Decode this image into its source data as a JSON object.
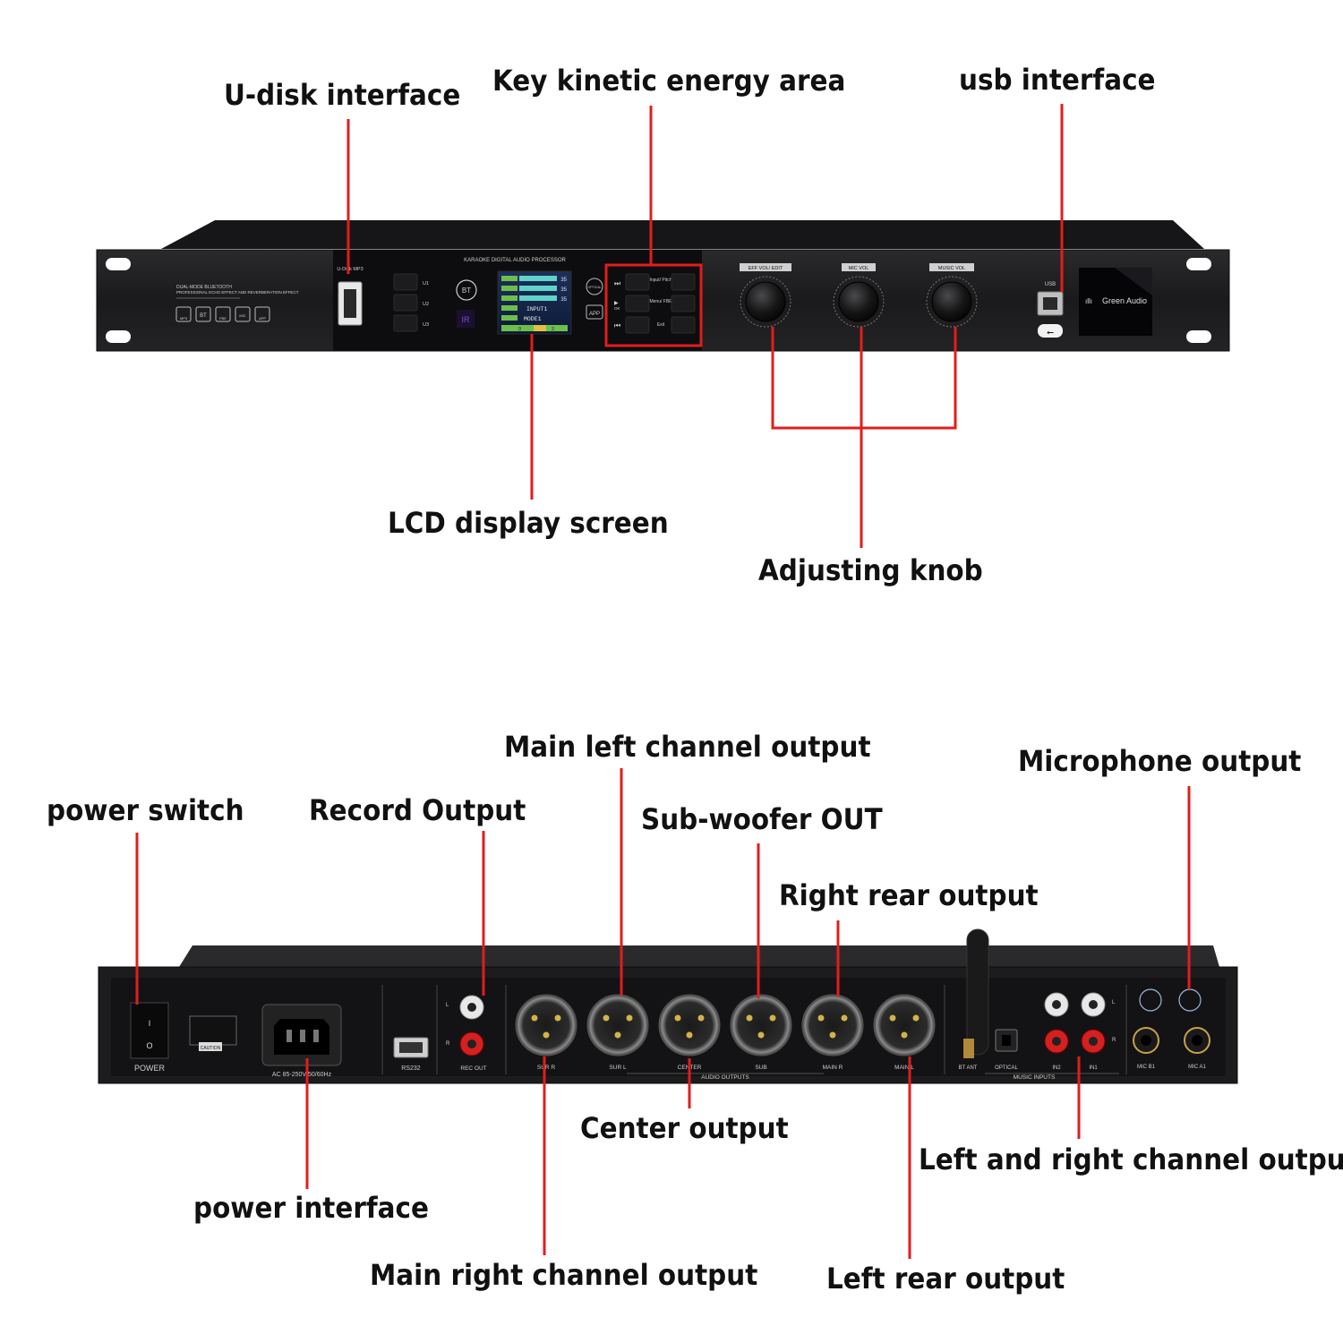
{
  "front_labels": {
    "udisk": "U-disk interface",
    "keys": "Key kinetic energy area",
    "usb": "usb interface",
    "lcd": "LCD display screen",
    "knob": "Adjusting knob"
  },
  "rear_labels": {
    "power_switch": "power switch",
    "record": "Record Output",
    "main_left": "Main left channel output",
    "microphone": "Microphone output",
    "subwoofer": "Sub-woofer OUT",
    "right_rear": "Right rear output",
    "center": "Center output",
    "lr_channel": "Left and right channel output",
    "power_interface": "power interface",
    "main_right": "Main right channel output",
    "left_rear": "Left rear output"
  },
  "front_panel": {
    "product": "KARAOKE DIGITAL AUDIO PROCESSOR",
    "subtitle1": "DUAL-MODE BLUETOOTH",
    "subtitle2": "PROFESSIONAL ECHO EFFECT AND REVERBERATION EFFECT",
    "mode_icons": [
      "MP3",
      "BT",
      "FBE",
      "MIC",
      "APP"
    ],
    "udisk_label": "U-Disk MP3",
    "u_buttons": [
      "U1",
      "U2",
      "U3"
    ],
    "bt": "BT",
    "ir": "IR",
    "optical": "OPTICAL",
    "app": "APP",
    "lcd_values": [
      "35",
      "35",
      "35"
    ],
    "lcd_input": "INPUT1",
    "lcd_mode": "MODE1",
    "lcd_foot_left": "0",
    "lcd_foot_right": "2",
    "ok": "OK",
    "key_labels": [
      "Input/ Pitch",
      "Menu/ FBE",
      "Exit"
    ],
    "knob_labels": [
      "EFF VOL/ EDIT",
      "MIC VOL",
      "MUSIC VOL"
    ],
    "usb": "USB",
    "brand": "Green Audio"
  },
  "rear_panel": {
    "power": "POWER",
    "ac": "AC 85-250V 50/60Hz",
    "caution": "CAUTION",
    "rs232": "RS232",
    "rec_out": "REC OUT",
    "rca_l": "L",
    "rca_r": "R",
    "xlr": [
      "SUR R",
      "SUR L",
      "CENTER",
      "SUB",
      "MAIN R",
      "MAIN L"
    ],
    "audio_outputs": "AUDIO OUTPUTS",
    "bt_ant": "BT ANT",
    "optical": "OPTICAL",
    "in2": "IN2",
    "in1": "IN1",
    "music_inputs": "MUSIC INPUTS",
    "mic_b1": "MIC B1",
    "mic_a1": "MIC A1"
  },
  "colors": {
    "pointer": "#e11d1d",
    "chassis": "#1c1c1e",
    "panel": "#111113"
  }
}
